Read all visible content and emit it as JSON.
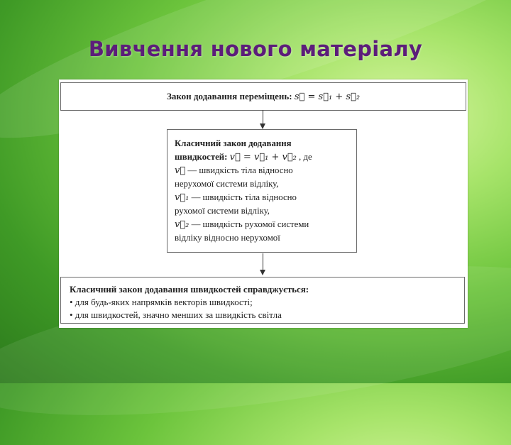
{
  "slide": {
    "title": "Вивчення нового матеріалу"
  },
  "top_box": {
    "label": "Закон додавання переміщень:",
    "formula": "s⃗ = s⃗₁ + s⃗₂"
  },
  "middle_box": {
    "heading_line1": "Класичний закон додавання",
    "heading_line2": "швидкостей:",
    "formula": "v⃗ = v⃗₁ + v⃗₂",
    "formula_suffix": ", де",
    "v_symbol": "v⃗",
    "v_desc_1": "— швидкість тіла відносно",
    "v_desc_2": "нерухомої системи відліку,",
    "v1_symbol": "v⃗₁",
    "v1_desc_1": "— швидкість тіла відносно",
    "v1_desc_2": "рухомої системи відліку,",
    "v2_symbol": "v⃗₂",
    "v2_desc_1": "— швидкість рухомої системи",
    "v2_desc_2": "відліку відносно нерухомої"
  },
  "bottom_box": {
    "heading": "Класичний закон додавання швидкостей справджується:",
    "bullet1": "• для будь-яких напрямків векторів швидкості;",
    "bullet2": "• для швидкостей, значно менших за швидкість світла"
  }
}
